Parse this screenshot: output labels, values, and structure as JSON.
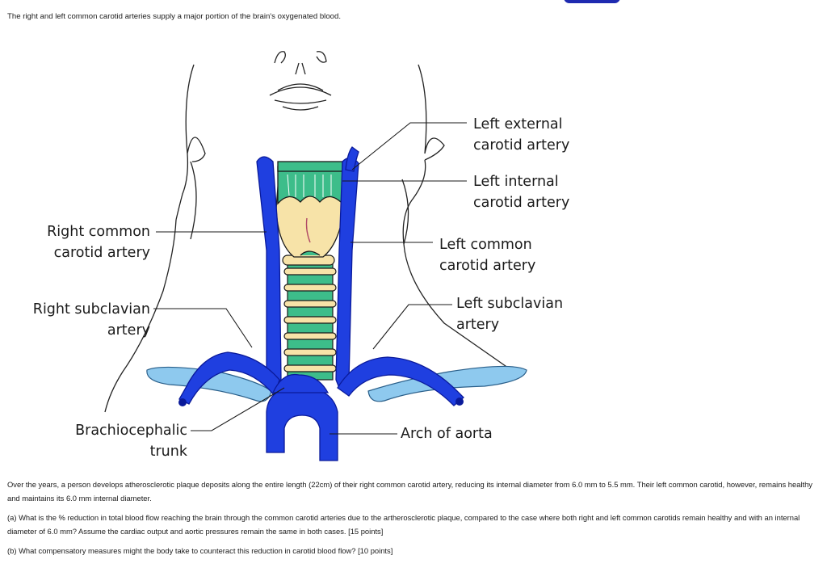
{
  "intro": "The right and left common carotid arteries supply a major portion of the brain's oxygenated blood.",
  "labels": {
    "right_common": [
      "Right common",
      "carotid artery"
    ],
    "right_subclavian": [
      "Right subclavian",
      "artery"
    ],
    "brachiocephalic": [
      "Brachiocephalic",
      "trunk"
    ],
    "left_external": [
      "Left external",
      "carotid artery"
    ],
    "left_internal": [
      "Left internal",
      "carotid artery"
    ],
    "left_common": [
      "Left common",
      "carotid artery"
    ],
    "left_subclavian": [
      "Left subclavian",
      "artery"
    ],
    "aorta": "Arch of aorta"
  },
  "problem": {
    "description": "Over the years, a person develops atherosclerotic plaque deposits along the entire length (22cm) of their right common carotid artery, reducing its internal diameter from 6.0 mm to 5.5 mm.  Their left common carotid, however, remains healthy and maintains its 6.0 mm internal diameter.",
    "part_a": "(a) What is the % reduction in total blood flow reaching the brain through the common carotid arteries due to the artherosclerotic plaque, compared to the case where both right and left common carotids remain healthy and with an internal diameter of 6.0 mm?  Assume the cardiac output and aortic pressures remain the same in both cases.  [15 points]",
    "part_b": "(b) What compensatory measures might the body take to counteract this reduction in carotid blood flow?  [10 points]"
  },
  "colors": {
    "artery": "#1f3fe0",
    "artery_dark": "#0a1a9a",
    "trachea_ring": "#3dbd8a",
    "larynx": "#f7e3a8",
    "clavicle": "#8ec9ee"
  }
}
